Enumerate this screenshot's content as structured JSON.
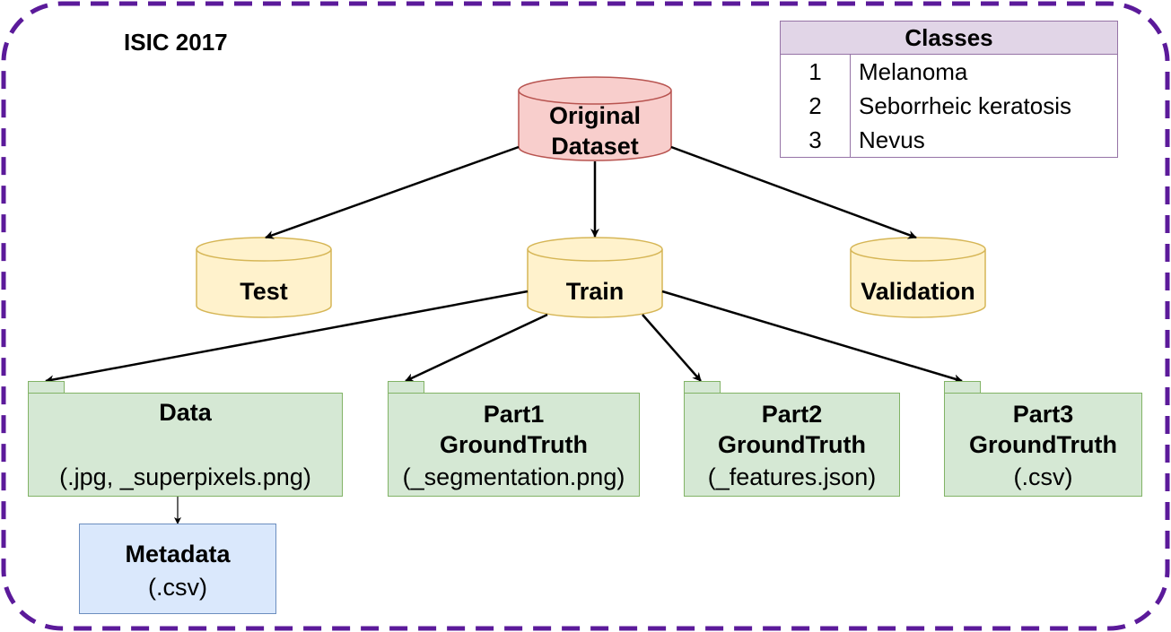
{
  "title": "ISIC 2017",
  "original": {
    "line1": "Original",
    "line2": "Dataset"
  },
  "splits": {
    "test": "Test",
    "train": "Train",
    "validation": "Validation"
  },
  "folders": {
    "data": {
      "title": "Data",
      "ext": "(.jpg, _superpixels.png)"
    },
    "part1": {
      "title1": "Part1",
      "title2": "GroundTruth",
      "ext": "(_segmentation.png)"
    },
    "part2": {
      "title1": "Part2",
      "title2": "GroundTruth",
      "ext": "(_features.json)"
    },
    "part3": {
      "title1": "Part3",
      "title2": "GroundTruth",
      "ext": "(.csv)"
    }
  },
  "metadata": {
    "title": "Metadata",
    "ext": "(.csv)"
  },
  "classes": {
    "header": "Classes",
    "rows": [
      {
        "num": "1",
        "name": "Melanoma"
      },
      {
        "num": "2",
        "name": "Seborrheic keratosis"
      },
      {
        "num": "3",
        "name": "Nevus"
      }
    ]
  },
  "colors": {
    "border": "#5b1a9a",
    "original_fill": "#f8cecc",
    "original_stroke": "#b85450",
    "split_fill": "#fff2cc",
    "split_stroke": "#d6b656",
    "folder_fill": "#d5e8d4",
    "folder_stroke": "#82b366",
    "meta_fill": "#dae8fc",
    "meta_stroke": "#6c8ebf",
    "table_header_fill": "#e1d5e7",
    "table_stroke": "#9673a6"
  }
}
